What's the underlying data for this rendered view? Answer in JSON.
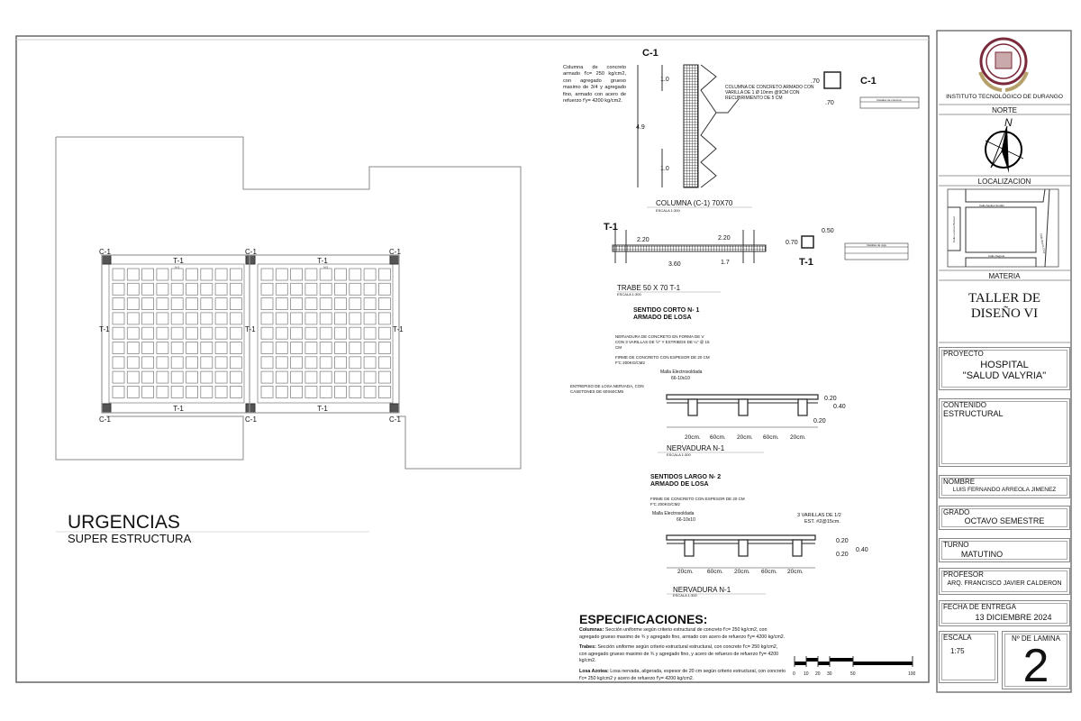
{
  "title_block": {
    "institute": "INSTITUTO TECNOLÓGICO DE DURANGO",
    "north_label": "NORTE",
    "north_letter": "N",
    "location_label": "LOCALIZACION",
    "streets": [
      "Calle Aquiles Serdán",
      "Calle Lorenzo Bocuel",
      "Calle Bruno Cruz",
      "Calle Negrete"
    ],
    "subject_label": "MATERIA",
    "subject": "TALLER DE DISEÑO VI",
    "project_label": "PROYECTO",
    "project_line1": "HOSPITAL",
    "project_line2": "\"SALUD VALYRIA\"",
    "content_label": "CONTENIDO",
    "content": "ESTRUCTURAL",
    "name_label": "NOMBRE",
    "name": "LUIS FERNANDO ARREOLA JIMENEZ",
    "grade_label": "GRADO",
    "grade": "OCTAVO SEMESTRE",
    "shift_label": "TURNO",
    "shift": "MATUTINO",
    "professor_label": "PROFESOR",
    "professor": "ARQ. FRANCISCO JAVIER CALDERON",
    "date_label": "FECHA DE ENTREGA",
    "date": "13 DICIEMBRE 2024",
    "scale_label": "ESCALA",
    "scale": "1:75",
    "sheet_label": "Nº DE LAMINA",
    "sheet": "2"
  },
  "plan": {
    "title": "URGENCIAS",
    "subtitle": "SUPER ESTRUCTURA",
    "column_label": "C-1",
    "beam_label": "T-1",
    "rib_label_1": "N-1",
    "rib_label_2": "N-2"
  },
  "column_detail": {
    "heading": "C-1",
    "note": "Columna de concreto armado f'c= 250 kg/cm2, con agregado grueso maximo de 3/4 y agregado fino, armado con acero de refuerzo f'y= 4200 kg/cm2.",
    "dim_total": "4.9",
    "dim_top": "1.0",
    "dim_bottom": "1.0",
    "callout": [
      "COLUMNA DE CONCRETO ARMADO CON",
      "VARILLA DE 1 Ø 10mm @9CM CON",
      "RECUBRIMIENTO DE 5 CM"
    ],
    "section_label": "C-1",
    "section_dim_h": ".70",
    "section_dim_w": ".70",
    "table_title": "Detalles de columna",
    "caption": "COLUMNA (C-1) 70X70",
    "scale": "ESCALA 1:300"
  },
  "beam_detail": {
    "heading": "T-1",
    "dims": [
      "2.20",
      "2.20",
      "3.60",
      "1.7"
    ],
    "section_label": "T-1",
    "section_dim_w": "0.50",
    "section_dim_h": "0.70",
    "table_title": "Detalles de viga",
    "caption": "TRABE 50 X 70   T-1",
    "scale": "ESCALA 1:300"
  },
  "slab_short": {
    "heading_1": "SENTIDO CORTO  N- 1",
    "heading_2": "ARMADO DE LOSA",
    "note_rib": [
      "NERVADURA DE CONCRETO EN FORMA DE V",
      "CON 3 VARILLAS DE ½\" Y ESTRIBOS DE ¼\" @ 15",
      "CM"
    ],
    "note_topping": [
      "FIRME DE CONCRETO CON ESPESOR DE 20 CM",
      "F'C  200KG/CM2"
    ],
    "mesh": [
      "Malla Electrosoldada",
      "66-10x10"
    ],
    "note_slab": [
      "ENTREPISO DE LOSA NERVADA, CON",
      "CASETONES DE 60X60CMS"
    ],
    "dims_v": [
      "0.20",
      "0.40",
      "0.20"
    ],
    "dims_h": [
      "20cm.",
      "60cm.",
      "20cm.",
      "60cm.",
      "20cm."
    ],
    "caption": "NERVADURA N-1",
    "scale": "ESCALA 1:300"
  },
  "slab_long": {
    "heading_1": "SENTIDOS LARGO N- 2",
    "heading_2": "ARMADO DE LOSA",
    "note_topping": [
      "FIRME DE CONCRETO CON ESPESOR DE 20 CM",
      "F'C  200KG/CM2"
    ],
    "mesh": [
      "Malla Electrosoldada",
      "66-10x10"
    ],
    "rebar": [
      "3 VARILLAS DE 1/2",
      "EST. #2@15cm."
    ],
    "dims_v": [
      "0.20",
      "0.20",
      "0.40"
    ],
    "dims_h": [
      "20cm.",
      "60cm.",
      "20cm.",
      "60cm.",
      "20cm."
    ],
    "caption": "NERVADURA N-1",
    "scale": "ESCALA 1:300"
  },
  "specs": {
    "title": "ESPECIFICACIONES:",
    "items": [
      {
        "label": "Columnas:",
        "text": "Sección uniforme según criterio estructural de concreto f'c= 250 kg/cm2, con agregado grueso maximo de ¾ y agregado fino, armado con acero de refuerzo f'y= 4200 kg/cm2."
      },
      {
        "label": "Trabes:",
        "text": "Sección uniforme según criterio estructural estructural, con concreto f'c= 250 kg/cm2, con agregado grueso maximo de ¾ y agregado fino, y acero de refuerzo de refuerzo f'y= 4200 kg/cm2."
      },
      {
        "label": "Losa Azotea:",
        "text": "Losa nervada, aligerada, espesor de 20 cm según criterio estructural, con concreto f'c= 250 kg/cm2 y acero de refuerzo f'y= 4200 kg/cm2."
      }
    ]
  },
  "scale_bar": {
    "ticks": [
      "0",
      "10",
      "20",
      "30",
      "50",
      "100"
    ]
  }
}
